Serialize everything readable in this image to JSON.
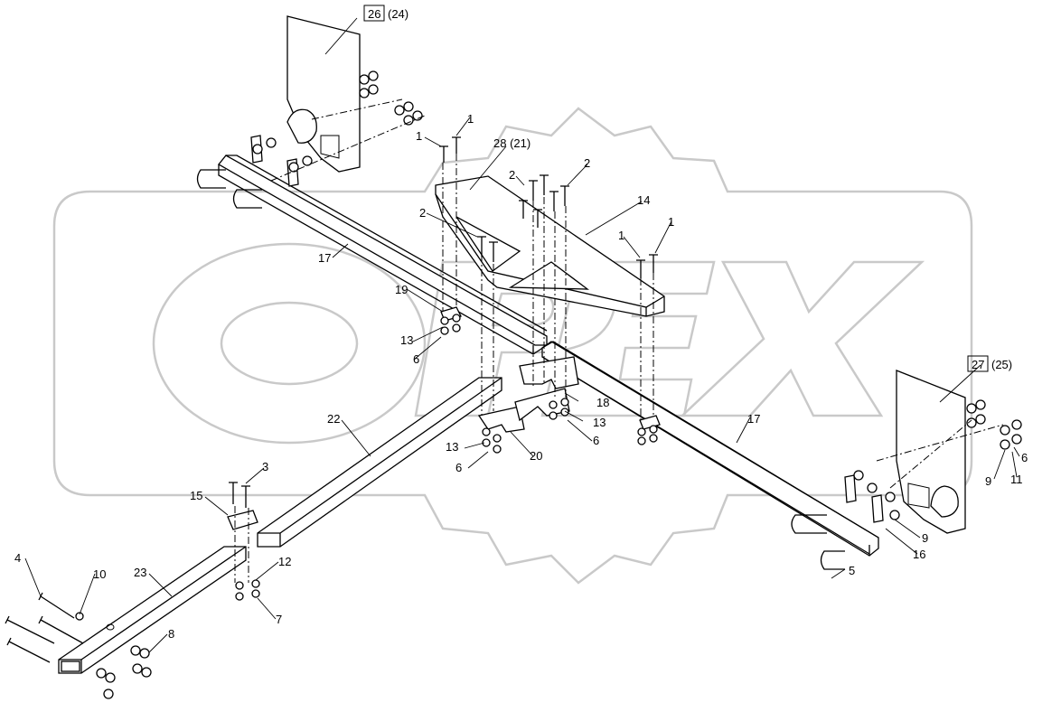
{
  "watermark": {
    "text": "OPEX"
  },
  "labels": {
    "l26": "26",
    "l24": "(24)",
    "l27": "27",
    "l25": "(25)",
    "l28": "28 (21)",
    "l1a": "1",
    "l1b": "1",
    "l1c": "1",
    "l1d": "1",
    "l2a": "2",
    "l2b": "2",
    "l2c": "2",
    "l3": "3",
    "l4": "4",
    "l5": "5",
    "l6a": "6",
    "l6b": "6",
    "l6c": "6",
    "l6d": "6",
    "l7": "7",
    "l8": "8",
    "l9a": "9",
    "l9b": "9",
    "l10": "10",
    "l11": "11",
    "l12": "12",
    "l13a": "13",
    "l13b": "13",
    "l13c": "13",
    "l14": "14",
    "l15": "15",
    "l16": "16",
    "l17a": "17",
    "l17b": "17",
    "l18": "18",
    "l19": "19",
    "l20": "20",
    "l22": "22",
    "l23": "23"
  }
}
